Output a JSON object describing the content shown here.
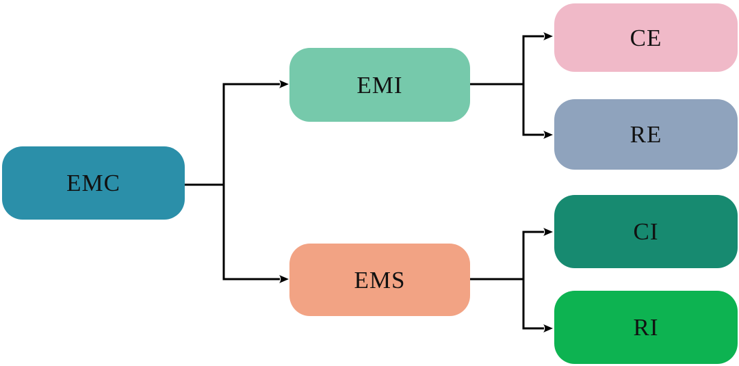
{
  "diagram": {
    "type": "tree",
    "direction": "left-to-right",
    "nodes": [
      {
        "id": "emc",
        "label": "EMC",
        "color": "#2b8fa9",
        "level": 0
      },
      {
        "id": "emi",
        "label": "EMI",
        "color": "#76c9ab",
        "level": 1
      },
      {
        "id": "ems",
        "label": "EMS",
        "color": "#f2a384",
        "level": 1
      },
      {
        "id": "ce",
        "label": "CE",
        "color": "#f0b9c8",
        "level": 2
      },
      {
        "id": "re",
        "label": "RE",
        "color": "#8fa3bd",
        "level": 2
      },
      {
        "id": "ci",
        "label": "CI",
        "color": "#178a70",
        "level": 2
      },
      {
        "id": "ri",
        "label": "RI",
        "color": "#0db351",
        "level": 2
      }
    ],
    "edges": [
      {
        "from": "EMC",
        "to": "EMI"
      },
      {
        "from": "EMC",
        "to": "EMS"
      },
      {
        "from": "EMI",
        "to": "CE"
      },
      {
        "from": "EMI",
        "to": "RE"
      },
      {
        "from": "EMS",
        "to": "CI"
      },
      {
        "from": "EMS",
        "to": "RI"
      }
    ],
    "connector_color": "#000000",
    "text_color": "#111111",
    "background_color": "#ffffff"
  }
}
